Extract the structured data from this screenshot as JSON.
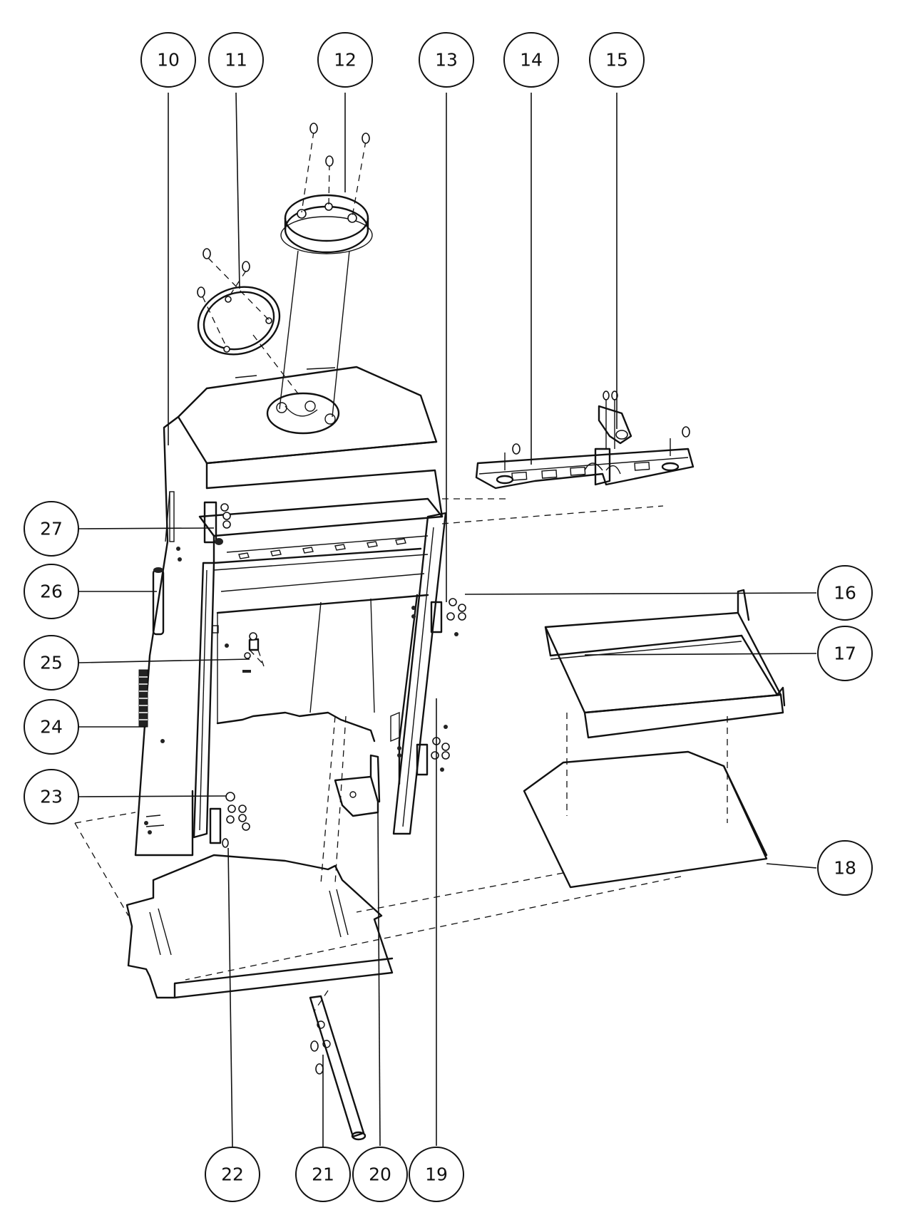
{
  "callouts": [
    {
      "id": "10",
      "label": "10"
    },
    {
      "id": "11",
      "label": "11"
    },
    {
      "id": "12",
      "label": "12"
    },
    {
      "id": "13",
      "label": "13"
    },
    {
      "id": "14",
      "label": "14"
    },
    {
      "id": "15",
      "label": "15"
    },
    {
      "id": "16",
      "label": "16"
    },
    {
      "id": "17",
      "label": "17"
    },
    {
      "id": "18",
      "label": "18"
    },
    {
      "id": "19",
      "label": "19"
    },
    {
      "id": "20",
      "label": "20"
    },
    {
      "id": "21",
      "label": "21"
    },
    {
      "id": "22",
      "label": "22"
    },
    {
      "id": "23",
      "label": "23"
    },
    {
      "id": "24",
      "label": "24"
    },
    {
      "id": "25",
      "label": "25"
    },
    {
      "id": "26",
      "label": "26"
    },
    {
      "id": "27",
      "label": "27"
    }
  ]
}
